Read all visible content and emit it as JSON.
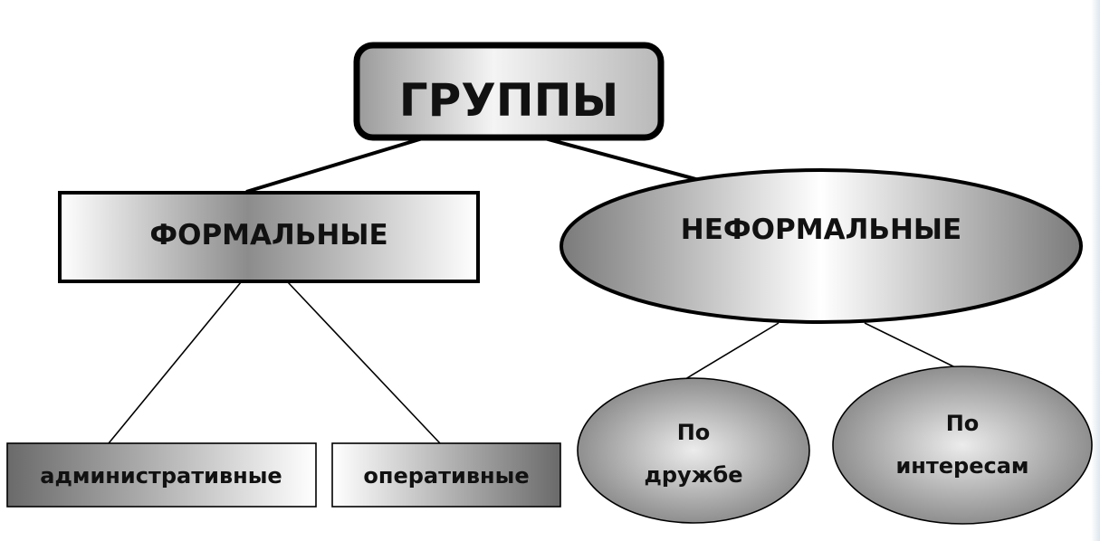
{
  "diagram": {
    "root": {
      "label": "ГРУППЫ"
    },
    "formal": {
      "label": "ФОРМАЛЬНЫЕ"
    },
    "informal": {
      "label": "НЕФОРМАЛЬНЫЕ"
    },
    "formal_children": [
      {
        "label": "административные"
      },
      {
        "label": "оперативные"
      }
    ],
    "informal_children": [
      {
        "line1": "По",
        "line2": "дружбе"
      },
      {
        "line1": "По",
        "line2": "интересам"
      }
    ]
  },
  "colors": {
    "stroke": "#000000",
    "gradient_dark": "#6a6a6a",
    "gradient_light": "#ffffff"
  }
}
